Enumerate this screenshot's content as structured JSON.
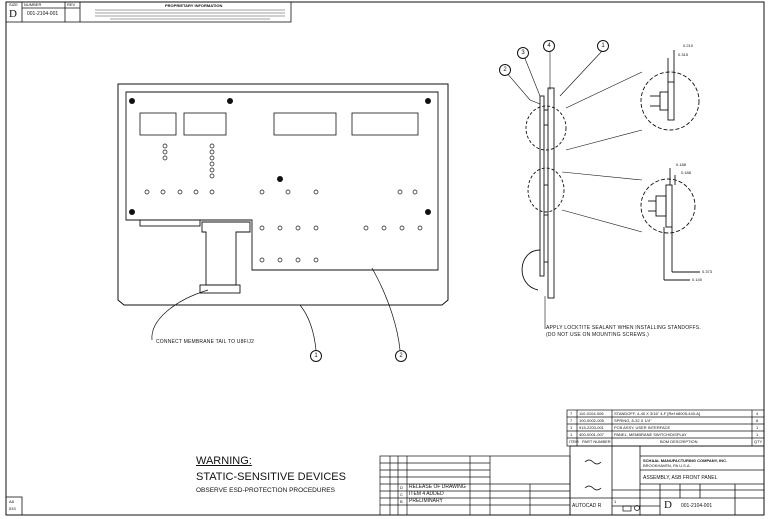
{
  "header": {
    "size_label": "SIZE",
    "size": "D",
    "number_label": "NUMBER",
    "number": "001-2104-001",
    "rev_label": "REV",
    "prop_title": "PROPRIETARY INFORMATION"
  },
  "views": {
    "front_note": "CONNECT MEMBRANE TAIL TO U8F/J2",
    "side_note_1": "APPLY LOCKTITE SEALANT WHEN INSTALLING STANDOFFS.",
    "side_note_2": "(DO NOT USE ON MOUNTING SCREWS.)",
    "dims": [
      "0.210",
      "0.315",
      "0.188",
      "0.188",
      "0.373",
      "0.140"
    ],
    "callouts_front": [
      "1",
      "2"
    ],
    "callouts_side": [
      "2",
      "3",
      "4",
      "1"
    ]
  },
  "warning": {
    "title": "WARNING:",
    "line1": "STATIC-SENSITIVE DEVICES",
    "line2": "OBSERVE ESD-PROTECTION PROCEDURES"
  },
  "bom": {
    "rows": [
      {
        "item": "7",
        "part": "110-0104-006",
        "desc": "STANDOFF, 4-40 X 3/16\" 4-F [Ref #8005-440-A]",
        "qty": "4"
      },
      {
        "item": "7",
        "part": "100-0002-005",
        "desc": "SPRING, 8-32 X 1/4\"",
        "qty": "8"
      },
      {
        "item": "1",
        "part": "915-2203-001",
        "desc": "PCB ASSY, USER INTERFACE",
        "qty": "1"
      },
      {
        "item": "1",
        "part": "400-0001-007",
        "desc": "PANEL, MEMBRANE SWITCH/DISPLAY",
        "qty": "1"
      }
    ],
    "header": {
      "item": "ITEM",
      "part": "PART NUMBER",
      "desc": "BOM DESCRIPTION",
      "qty": "QTY"
    }
  },
  "revisions": [
    {
      "rev": "D",
      "desc": "RELEASE OF DRAWING"
    },
    {
      "rev": "C",
      "desc": "ITEM 4 ADDED"
    },
    {
      "rev": "B",
      "desc": "PRELIMINARY"
    }
  ],
  "title_block": {
    "company_line1": "SCHAAL MANUFACTURING COMPANY, INC.",
    "company_line2": "BROOKHAVEN, PA U.S.A.",
    "title": "ASSEMBLY, ASB FRONT PANEL",
    "size": "D",
    "number": "001-2104-001",
    "cad": "AUTOCAD R",
    "sheet": "1"
  },
  "corner": {
    "a": "A8",
    "b": "533"
  }
}
